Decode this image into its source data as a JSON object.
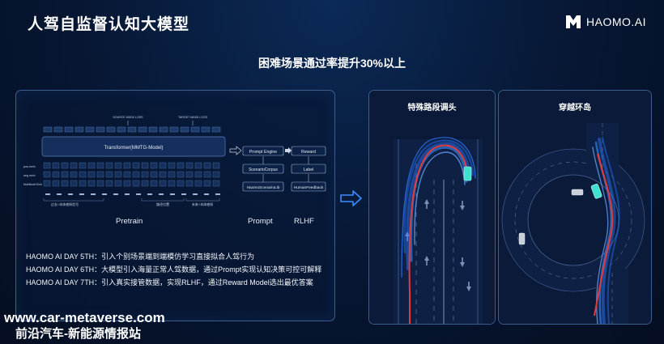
{
  "slide": {
    "title": "人驾自监督认知大模型",
    "subtitle": "困难场景通过率提升30%以上"
  },
  "logo": {
    "text": "HAOMO.AI"
  },
  "model_diagram": {
    "source_mask_loss": "SOURCE MASK LOSS",
    "target_mask_loss": "TARGET MASK LOSS",
    "transformer_label": "Transformer(MMTG-Model)",
    "row_labels": [
      "pos emb",
      "seg emb",
      "MultiModel Emb"
    ],
    "group_labels": [
      "过去+本体感知信号",
      "路径位置",
      "未来+本体感知"
    ],
    "prompt_engine": "Prompt Engine",
    "scenario_corpus": "ScenarioCorpus",
    "scenario_lib": "HaomoScenarioLib",
    "reward": "Reward",
    "label": "Label",
    "human_feedback": "HumanFeedback",
    "stage_pretrain": "Pretrain",
    "stage_prompt": "Prompt",
    "stage_rlhf": "RLHF"
  },
  "notes": [
    "HAOMO AI DAY 5TH：引入个别场景端到端模仿学习直接拟合人驾行为",
    "HAOMO AI DAY 6TH：大模型引入海量正常人驾数据，通过Prompt实现认知决策可控可解释",
    "HAOMO AI DAY 7TH：引入真实接管数据，实现RLHF，通过Reward Model选出最优答案"
  ],
  "scenes": {
    "u_turn_title": "特殊路段调头",
    "roundabout_title": "穿越环岛"
  },
  "watermark": {
    "line1": "www.car-metaverse.com",
    "line2": "前沿汽车-新能源情报站"
  },
  "colors": {
    "background": "#07132b",
    "panel_border": "#3d5d8c",
    "accent_blue": "#2f7bff",
    "trajectory_red": "#e23b3b",
    "vehicle_cyan": "#3fe0d0"
  }
}
